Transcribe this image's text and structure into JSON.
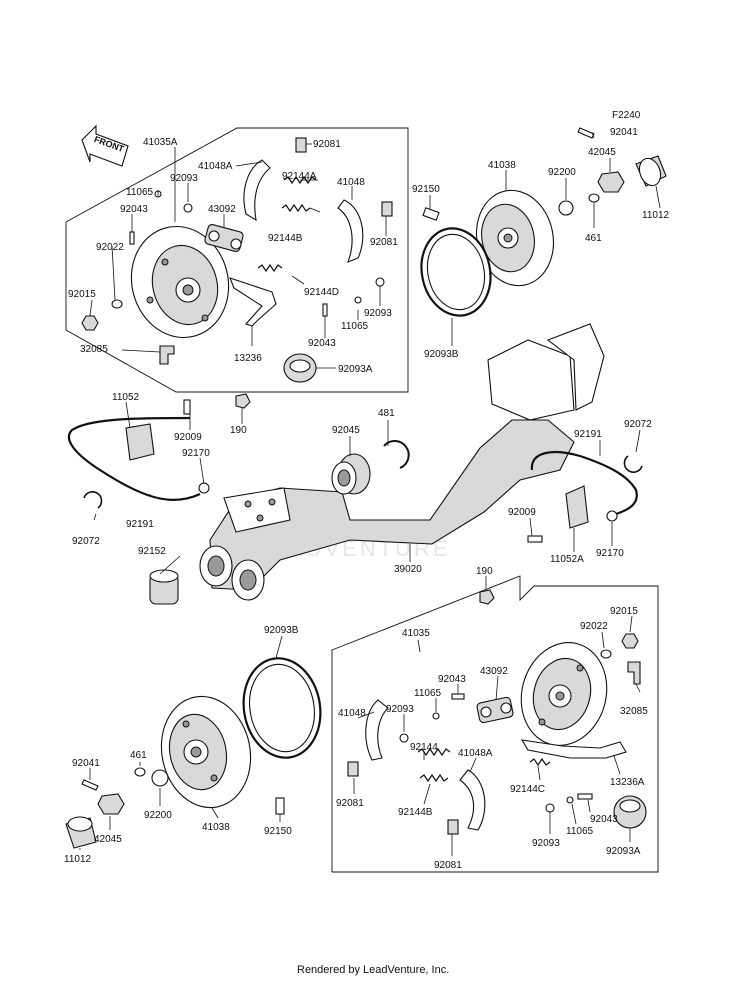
{
  "figure_code": "F2240",
  "front_label": "FRONT",
  "watermark": "LEADVENTURE",
  "footer": "Rendered by LeadVenture, Inc.",
  "labels": [
    {
      "text": "41035A"
    },
    {
      "text": "41048A"
    },
    {
      "text": "92081"
    },
    {
      "text": "92093"
    },
    {
      "text": "11065"
    },
    {
      "text": "92144A"
    },
    {
      "text": "41048"
    },
    {
      "text": "92043"
    },
    {
      "text": "43092"
    },
    {
      "text": "92144B"
    },
    {
      "text": "92081"
    },
    {
      "text": "92022"
    },
    {
      "text": "92144D"
    },
    {
      "text": "92015"
    },
    {
      "text": "92093"
    },
    {
      "text": "11065"
    },
    {
      "text": "92043"
    },
    {
      "text": "32085"
    },
    {
      "text": "13236"
    },
    {
      "text": "92093A"
    },
    {
      "text": "92041"
    },
    {
      "text": "42045"
    },
    {
      "text": "41038"
    },
    {
      "text": "92200"
    },
    {
      "text": "92150"
    },
    {
      "text": "461"
    },
    {
      "text": "11012"
    },
    {
      "text": "92093B"
    },
    {
      "text": "11052"
    },
    {
      "text": "92009"
    },
    {
      "text": "190"
    },
    {
      "text": "92170"
    },
    {
      "text": "481"
    },
    {
      "text": "92045"
    },
    {
      "text": "92072"
    },
    {
      "text": "92191"
    },
    {
      "text": "92191"
    },
    {
      "text": "92072"
    },
    {
      "text": "92009"
    },
    {
      "text": "11052A"
    },
    {
      "text": "92170"
    },
    {
      "text": "92152"
    },
    {
      "text": "39020"
    },
    {
      "text": "190"
    },
    {
      "text": "92093B"
    },
    {
      "text": "41035"
    },
    {
      "text": "92015"
    },
    {
      "text": "92022"
    },
    {
      "text": "43092"
    },
    {
      "text": "92043"
    },
    {
      "text": "11065"
    },
    {
      "text": "41048"
    },
    {
      "text": "92093"
    },
    {
      "text": "92144"
    },
    {
      "text": "41048A"
    },
    {
      "text": "32085"
    },
    {
      "text": "92041"
    },
    {
      "text": "461"
    },
    {
      "text": "92081"
    },
    {
      "text": "92144B"
    },
    {
      "text": "92144C"
    },
    {
      "text": "13236A"
    },
    {
      "text": "92200"
    },
    {
      "text": "42045"
    },
    {
      "text": "41038"
    },
    {
      "text": "92150"
    },
    {
      "text": "92043"
    },
    {
      "text": "11065"
    },
    {
      "text": "92093"
    },
    {
      "text": "92093A"
    },
    {
      "text": "11012"
    },
    {
      "text": "92081"
    }
  ]
}
